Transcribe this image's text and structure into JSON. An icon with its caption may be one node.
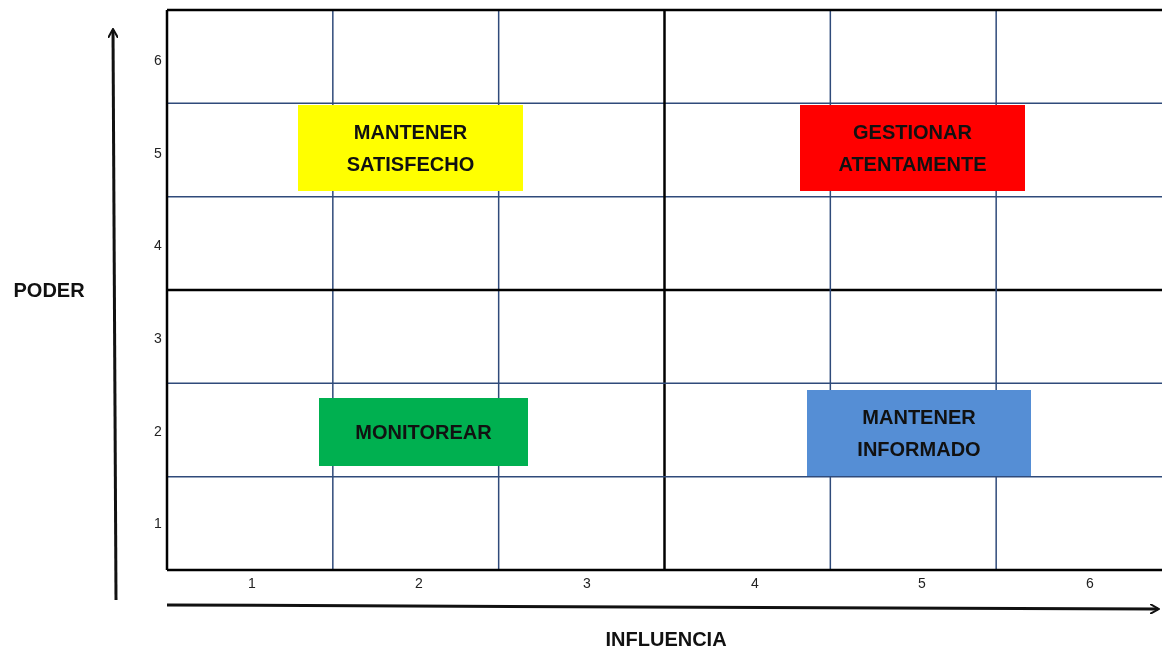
{
  "diagram": {
    "nodes": [
      {
        "text": [
          "MANTENER SATISFECHO"
        ]
      },
      {
        "text": [
          "GESTIONAR ATENTAMENTE"
        ]
      },
      {
        "text": [
          "MONITOREAR"
        ]
      },
      {
        "text": [
          "MANTENER INFORMADO"
        ]
      }
    ],
    "labels": [
      "6",
      "5",
      "4",
      "PODER",
      "3",
      "2",
      "1",
      "1",
      "2",
      "3",
      "4",
      "5",
      "6",
      "INFLUENCIA"
    ]
  }
}
